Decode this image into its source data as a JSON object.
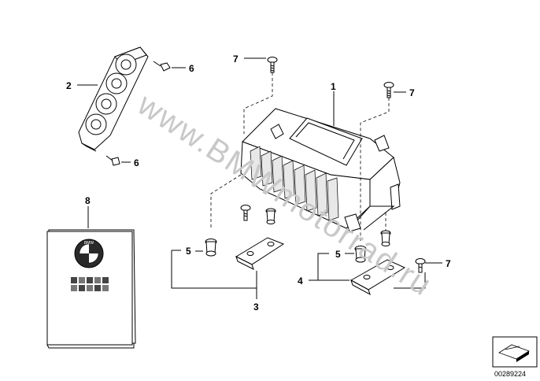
{
  "diagram": {
    "callouts": {
      "c1": "1",
      "c2": "2",
      "c3": "3",
      "c4": "4",
      "c5a": "5",
      "c5b": "5",
      "c6a": "6",
      "c6b": "6",
      "c7a": "7",
      "c7b": "7",
      "c7c": "7",
      "c8": "8"
    },
    "watermark": "www.BMWmotorrad.ru",
    "document_number": "00289224",
    "manual_brand": "BMW"
  }
}
